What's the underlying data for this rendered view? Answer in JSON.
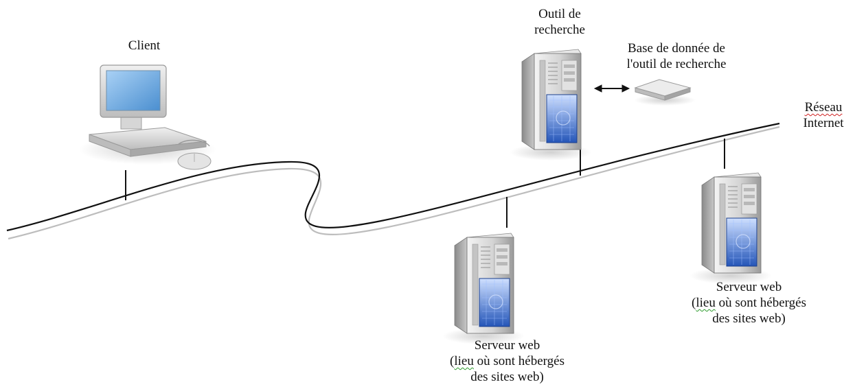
{
  "labels": {
    "client": "Client",
    "search_tool": [
      "Outil de",
      "recherche"
    ],
    "search_db": [
      "Base de donnée de",
      "l'outil de recherche"
    ],
    "network": [
      "Réseau",
      "Internet"
    ],
    "server_left": {
      "title": "Serveur web",
      "desc_open": "(",
      "desc_word": "lieu",
      "desc_rest": " où sont hébergés",
      "desc_line2": "des sites web)"
    },
    "server_right": {
      "title": "Serveur web",
      "desc_open": "(",
      "desc_word": "lieu",
      "desc_rest": " où sont hébergés",
      "desc_line2": "des sites web)"
    }
  },
  "colors": {
    "network_line": "#111111",
    "network_shadow": "#bdbdbd",
    "server_body": "#d9d9d9",
    "server_screen": "#3b6fc8",
    "monitor_screen": "#5b9bd5"
  },
  "icons": [
    "computer-icon",
    "server-icon",
    "database-disk-icon",
    "double-arrow-icon"
  ]
}
